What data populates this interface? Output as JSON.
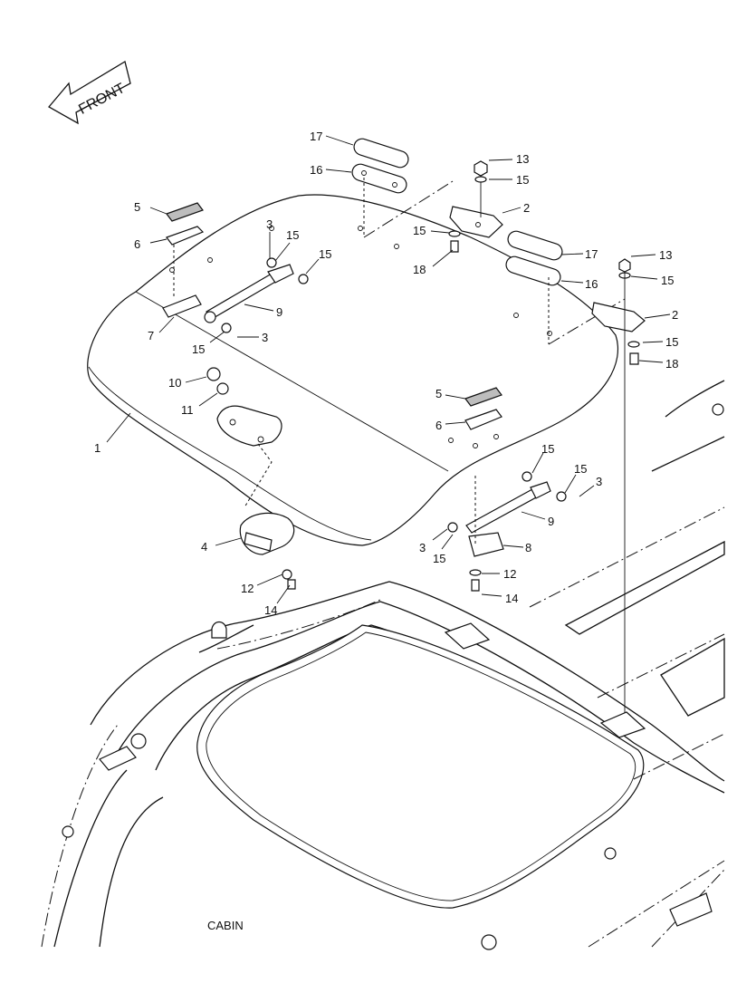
{
  "direction_label": "FRONT",
  "footer_label": "CABIN",
  "callouts": [
    "17",
    "16",
    "13",
    "15",
    "2",
    "5",
    "6",
    "3",
    "15",
    "15",
    "15",
    "18",
    "17",
    "13",
    "15",
    "16",
    "2",
    "7",
    "9",
    "15",
    "3",
    "15",
    "18",
    "10",
    "11",
    "5",
    "6",
    "1",
    "15",
    "15",
    "3",
    "9",
    "3",
    "15",
    "8",
    "4",
    "12",
    "14",
    "12",
    "14"
  ]
}
